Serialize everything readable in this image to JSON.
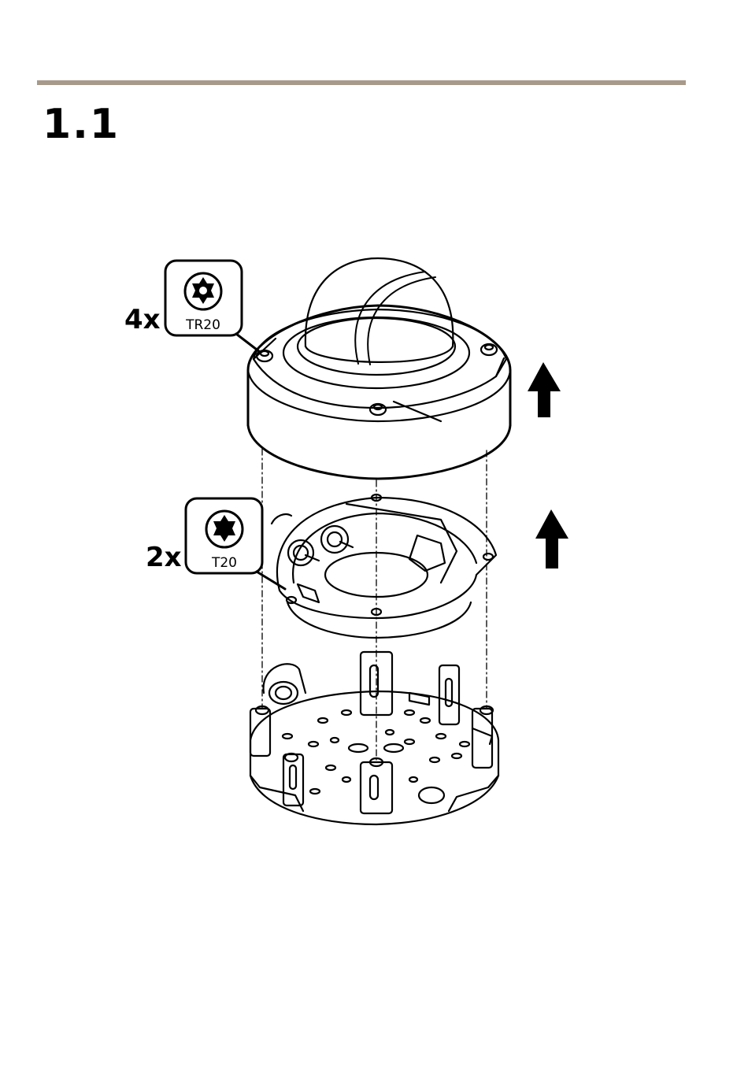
{
  "header": {
    "step_number": "1.1"
  },
  "callouts": [
    {
      "quantity": "4x",
      "bit": "TR20",
      "icon": "torx-security-bit-icon"
    },
    {
      "quantity": "2x",
      "bit": "T20",
      "icon": "torx-bit-icon"
    }
  ],
  "colors": {
    "rule": "#a89a8a",
    "line": "#000000"
  }
}
